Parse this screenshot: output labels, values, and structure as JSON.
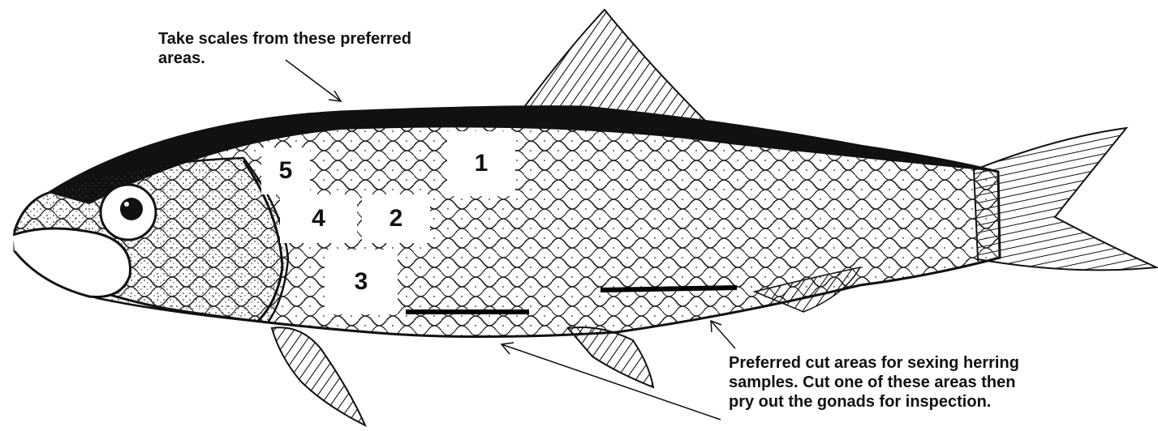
{
  "annotations": {
    "scale_note": [
      "Take scales from these preferred",
      "areas."
    ],
    "cut_note": [
      "Preferred cut areas for sexing herring",
      "samples.  Cut one of these areas then",
      "pry out the gonads for inspection."
    ]
  },
  "scale_areas": [
    {
      "id": "zone-1",
      "label": "1"
    },
    {
      "id": "zone-2",
      "label": "2"
    },
    {
      "id": "zone-3",
      "label": "3"
    },
    {
      "id": "zone-4",
      "label": "4"
    },
    {
      "id": "zone-5",
      "label": "5"
    }
  ],
  "colors": {
    "ink": "#111111",
    "paper": "#ffffff"
  }
}
